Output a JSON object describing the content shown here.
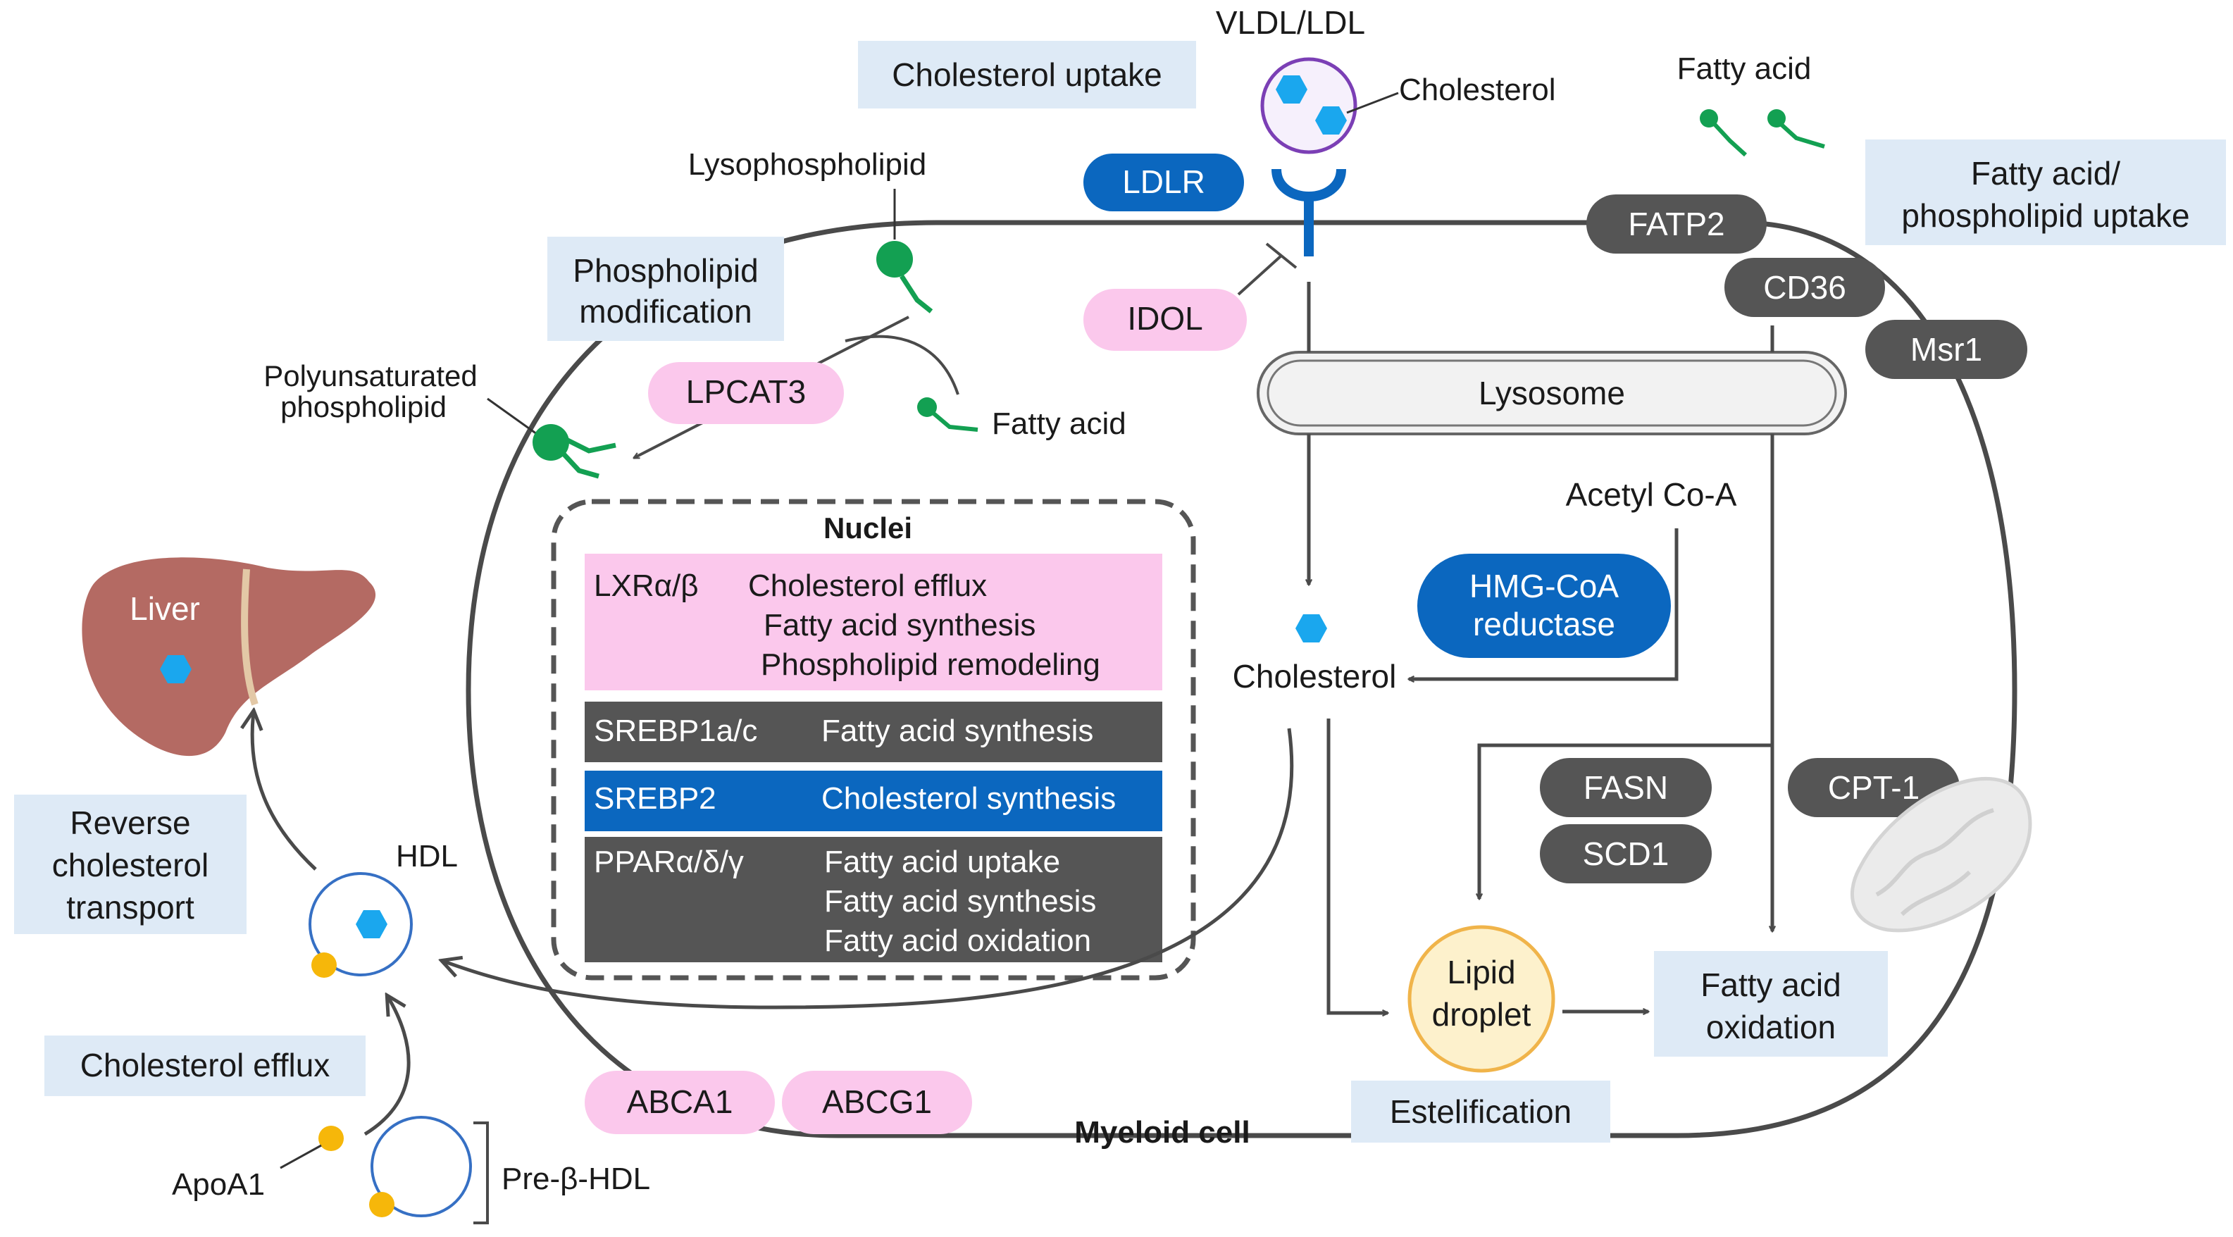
{
  "colors": {
    "pink": "#f7b9df",
    "pinkBox": "#fbc8ec",
    "darkgray": "#555555",
    "blue": "#0b67bf",
    "lightblue": "#deeaf6",
    "green": "#13a052",
    "cholesterol": "#1aa7ee",
    "apo": "#f6b70a",
    "line": "#4a4a4a"
  },
  "labels": {
    "vldl_ldl": "VLDL/LDL",
    "cholesterol_top": "Cholesterol",
    "fatty_acid_top": "Fatty acid",
    "lysophospholipid": "Lysophospholipid",
    "polyunsat_1": "Polyunsaturated",
    "polyunsat_2": "phospholipid",
    "fatty_acid_mid": "Fatty acid",
    "acetyl_coa": "Acetyl Co-A",
    "cholesterol_mid": "Cholesterol",
    "hdl": "HDL",
    "apoa1": "ApoA1",
    "pre_beta_hdl": "Pre-β-HDL",
    "myeloid_cell": "Myeloid cell",
    "lysosome": "Lysosome",
    "lipid_droplet_1": "Lipid",
    "lipid_droplet_2": "droplet",
    "liver": "Liver",
    "nuclei": "Nuclei"
  },
  "boxes": {
    "cholesterol_uptake": "Cholesterol uptake",
    "fa_pl_uptake_1": "Fatty acid/",
    "fa_pl_uptake_2": "phospholipid uptake",
    "pl_mod_1": "Phospholipid",
    "pl_mod_2": "modification",
    "rct_1": "Reverse",
    "rct_2": "cholesterol",
    "rct_3": "transport",
    "cholesterol_efflux": "Cholesterol efflux",
    "fa_oxidation_1": "Fatty acid",
    "fa_oxidation_2": "oxidation",
    "estelification": "Estelification"
  },
  "proteins": {
    "ldlr": "LDLR",
    "idol": "IDOL",
    "lpcat3": "LPCAT3",
    "fatp2": "FATP2",
    "cd36": "CD36",
    "msr1": "Msr1",
    "hmgcoa_1": "HMG-CoA",
    "hmgcoa_2": "reductase",
    "fasn": "FASN",
    "scd1": "SCD1",
    "cpt1": "CPT-1",
    "abca1": "ABCA1",
    "abcg1": "ABCG1"
  },
  "nuclei_rows": {
    "lxr_name": "LXRα/β",
    "lxr_1": "Cholesterol efflux",
    "lxr_2": "Fatty acid synthesis",
    "lxr_3": "Phospholipid remodeling",
    "srebp1_name": "SREBP1a/c",
    "srebp1_1": "Fatty acid synthesis",
    "srebp2_name": "SREBP2",
    "srebp2_1": "Cholesterol synthesis",
    "ppar_name": "PPARα/δ/γ",
    "ppar_1": "Fatty acid uptake",
    "ppar_2": "Fatty acid synthesis",
    "ppar_3": "Fatty acid oxidation"
  }
}
